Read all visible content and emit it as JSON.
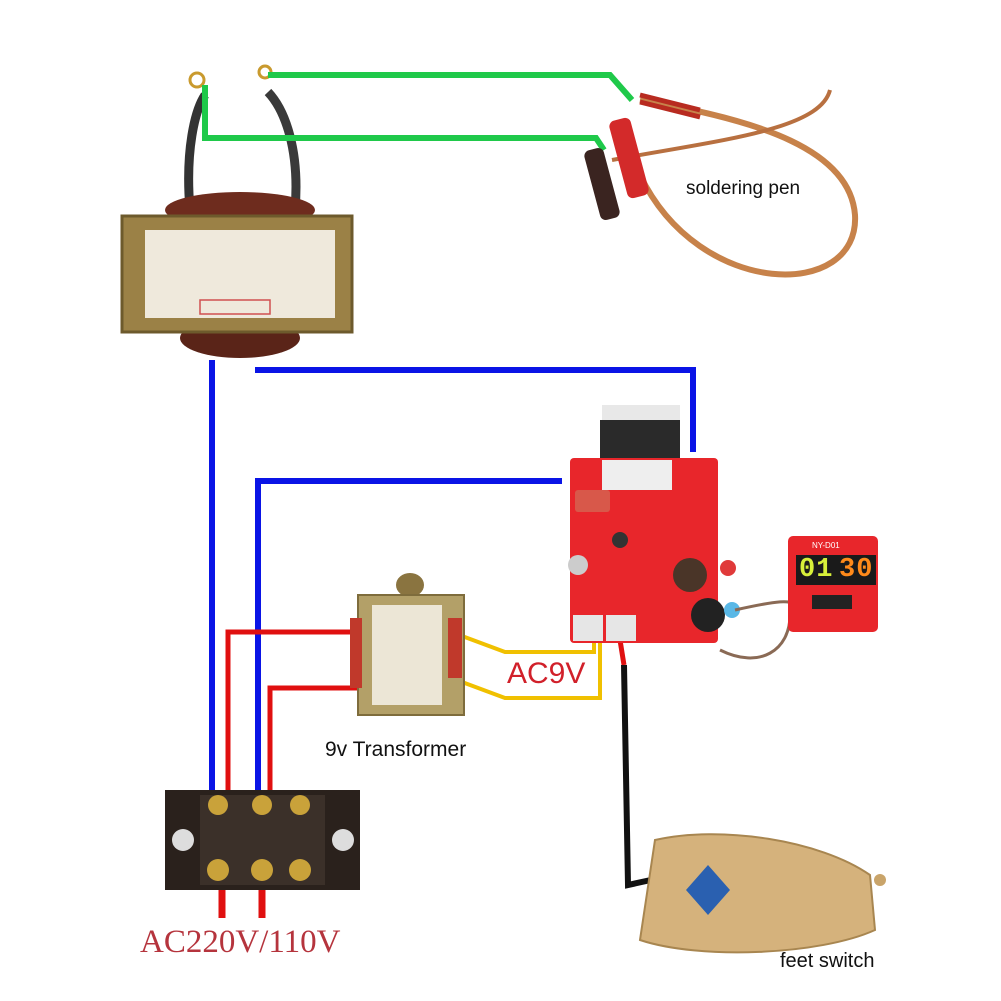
{
  "labels": {
    "soldering_pen": "soldering pen",
    "ac9v": "AC9V",
    "transformer_9v": "9v Transformer",
    "mains": "AC220V/110V",
    "feet_switch": "feet switch"
  },
  "display": {
    "model": "NY-D01",
    "left_value": "01",
    "right_value": "30"
  },
  "colors": {
    "green_wire": "#1fc94a",
    "blue_wire": "#0a14e6",
    "red_wire": "#e01010",
    "yellow_wire": "#f0c000",
    "black_wire": "#111111",
    "board": "#e8262b"
  }
}
